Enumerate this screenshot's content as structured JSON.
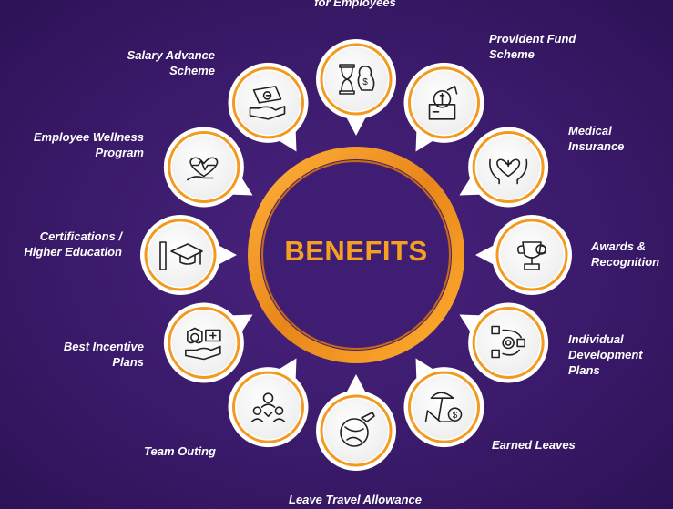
{
  "center": {
    "title": "BENEFITS"
  },
  "colors": {
    "background": "#3a1a6a",
    "ring": "#f39a1e",
    "bubble": "#ffffff",
    "icon": "#222222",
    "label": "#ffffff"
  },
  "benefits": [
    {
      "key": "gifts",
      "label": "for Employees",
      "icon": "hourglass-money-icon"
    },
    {
      "key": "provident",
      "label": "Provident Fund\nScheme",
      "icon": "piggy-bank-icon"
    },
    {
      "key": "medical",
      "label": "Medical\nInsurance",
      "icon": "heart-hands-icon"
    },
    {
      "key": "awards",
      "label": "Awards &\nRecognition",
      "icon": "trophy-icon"
    },
    {
      "key": "idp",
      "label": "Individual\nDevelopment\nPlans",
      "icon": "development-cycle-icon"
    },
    {
      "key": "leaves",
      "label": "Earned Leaves",
      "icon": "beach-chair-icon"
    },
    {
      "key": "lta",
      "label": "Leave Travel Allowance",
      "icon": "airplane-globe-icon"
    },
    {
      "key": "outing",
      "label": "Team Outing",
      "icon": "team-icon"
    },
    {
      "key": "incentive",
      "label": "Best Incentive\nPlans",
      "icon": "incentive-hand-icon"
    },
    {
      "key": "cert",
      "label": "Certifications /\nHigher Education",
      "icon": "graduation-cap-icon"
    },
    {
      "key": "wellness",
      "label": "Employee Wellness\nProgram",
      "icon": "wellness-heart-icon"
    },
    {
      "key": "salary",
      "label": "Salary Advance\nScheme",
      "icon": "salary-advance-icon"
    }
  ]
}
